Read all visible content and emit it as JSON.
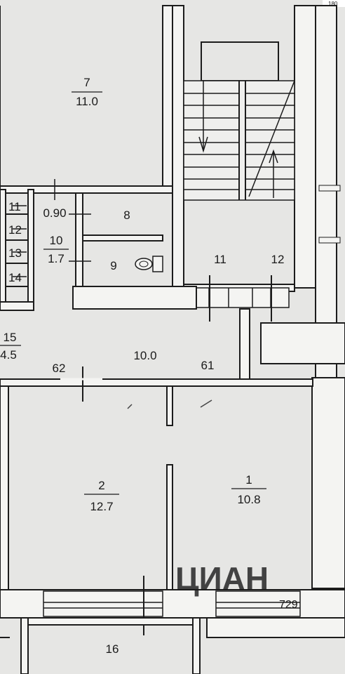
{
  "plan": {
    "rooms": [
      {
        "id": "r7",
        "number": "7",
        "area": "11.0"
      },
      {
        "id": "r8",
        "number": "8"
      },
      {
        "id": "r9",
        "number": "9"
      },
      {
        "id": "r10",
        "number": "10",
        "area": "1.7"
      },
      {
        "id": "r11s",
        "number": "11"
      },
      {
        "id": "r12s",
        "number": "12"
      },
      {
        "id": "r13s",
        "number": "13"
      },
      {
        "id": "r14s",
        "number": "14"
      },
      {
        "id": "r15",
        "number": "15",
        "area": "4.5"
      },
      {
        "id": "r1",
        "number": "1",
        "area": "10.8"
      },
      {
        "id": "r2",
        "number": "2",
        "area": "12.7"
      },
      {
        "id": "r16",
        "number": "16"
      }
    ],
    "labels": {
      "small_area": "0.90",
      "hall_area": "10.0",
      "mark_61": "61",
      "mark_62": "62",
      "stair_11": "11",
      "stair_12": "12",
      "watermark": "ЦИАН",
      "watermark_id": "729",
      "corner_text": "180"
    }
  }
}
